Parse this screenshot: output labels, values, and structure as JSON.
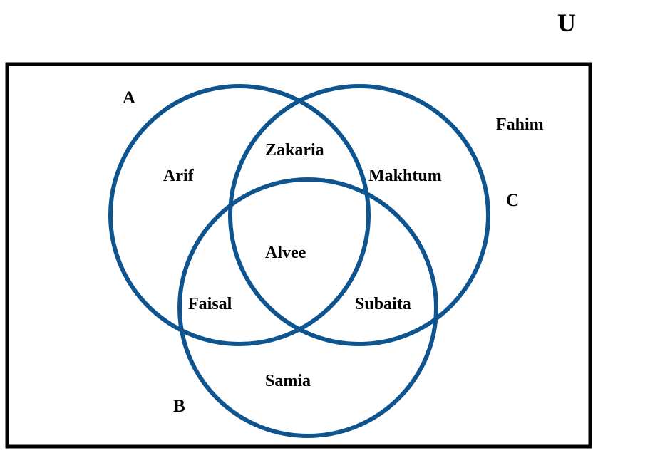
{
  "universe_label": "U",
  "sets": {
    "a": {
      "label": "A"
    },
    "b": {
      "label": "B"
    },
    "c": {
      "label": "C"
    }
  },
  "regions": {
    "a_only": "Arif",
    "a_and_c": "Zakaria",
    "c_only": "Makhtum",
    "a_and_b_and_c": "Alvee",
    "a_and_b": "Faisal",
    "b_and_c": "Subaita",
    "b_only": "Samia",
    "outside": "Fahim"
  },
  "colors": {
    "circle_stroke": "#0e5590",
    "border": "#000000",
    "text": "#000000"
  }
}
